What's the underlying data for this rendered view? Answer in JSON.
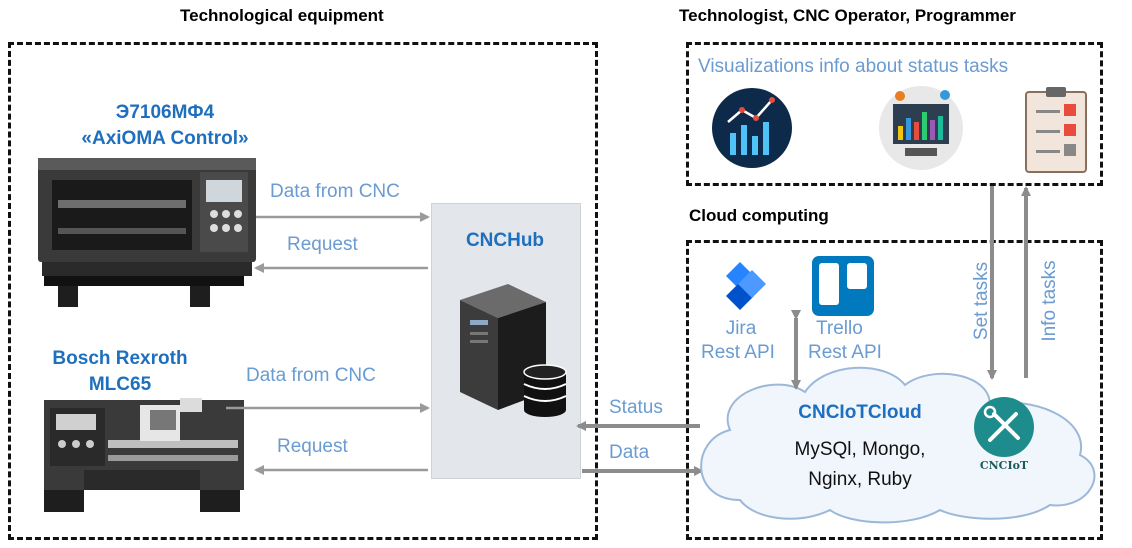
{
  "titles": {
    "technological_equipment": "Technological equipment",
    "users": "Technologist, CNC Operator, Programmer",
    "cloud_computing": "Cloud computing"
  },
  "machines": {
    "cnc1_line1": "Э7106МФ4",
    "cnc1_line2": "«AxiOMA Control»",
    "cnc2_line1": "Bosch Rexroth",
    "cnc2_line2": "MLC65"
  },
  "arrows": {
    "data_from_cnc_1": "Data from CNC",
    "request_1": "Request",
    "data_from_cnc_2": "Data from CNC",
    "request_2": "Request",
    "status": "Status",
    "data": "Data",
    "set_tasks": "Set tasks",
    "info_tasks": "Info tasks"
  },
  "hub": {
    "title": "CNCHub"
  },
  "visualization": {
    "title": "Visualizations info about status tasks"
  },
  "apis": {
    "jira_line1": "Jira",
    "jira_line2": "Rest API",
    "trello_line1": "Trello",
    "trello_line2": "Rest API"
  },
  "cloud": {
    "title": "CNCIoTCloud",
    "line1": "MySQl, Mongo,",
    "line2": "Nginx, Ruby",
    "logo_text": "CNCIoT"
  },
  "colors": {
    "accent_blue": "#1f6fbf",
    "label_blue": "#6a9bd1",
    "arrow_gray": "#8c8c8c",
    "jira_blue": "#2684ff",
    "trello_blue": "#0079bf",
    "logo_teal": "#1e8c8c"
  },
  "icons": [
    "cnc-machine-icon",
    "lathe-machine-icon",
    "server-icon",
    "database-icon",
    "analytics-chart-icon",
    "analytics-dashboard-icon",
    "clipboard-checklist-icon",
    "jira-logo-icon",
    "trello-logo-icon",
    "cloud-icon",
    "cnciot-logo-icon"
  ]
}
